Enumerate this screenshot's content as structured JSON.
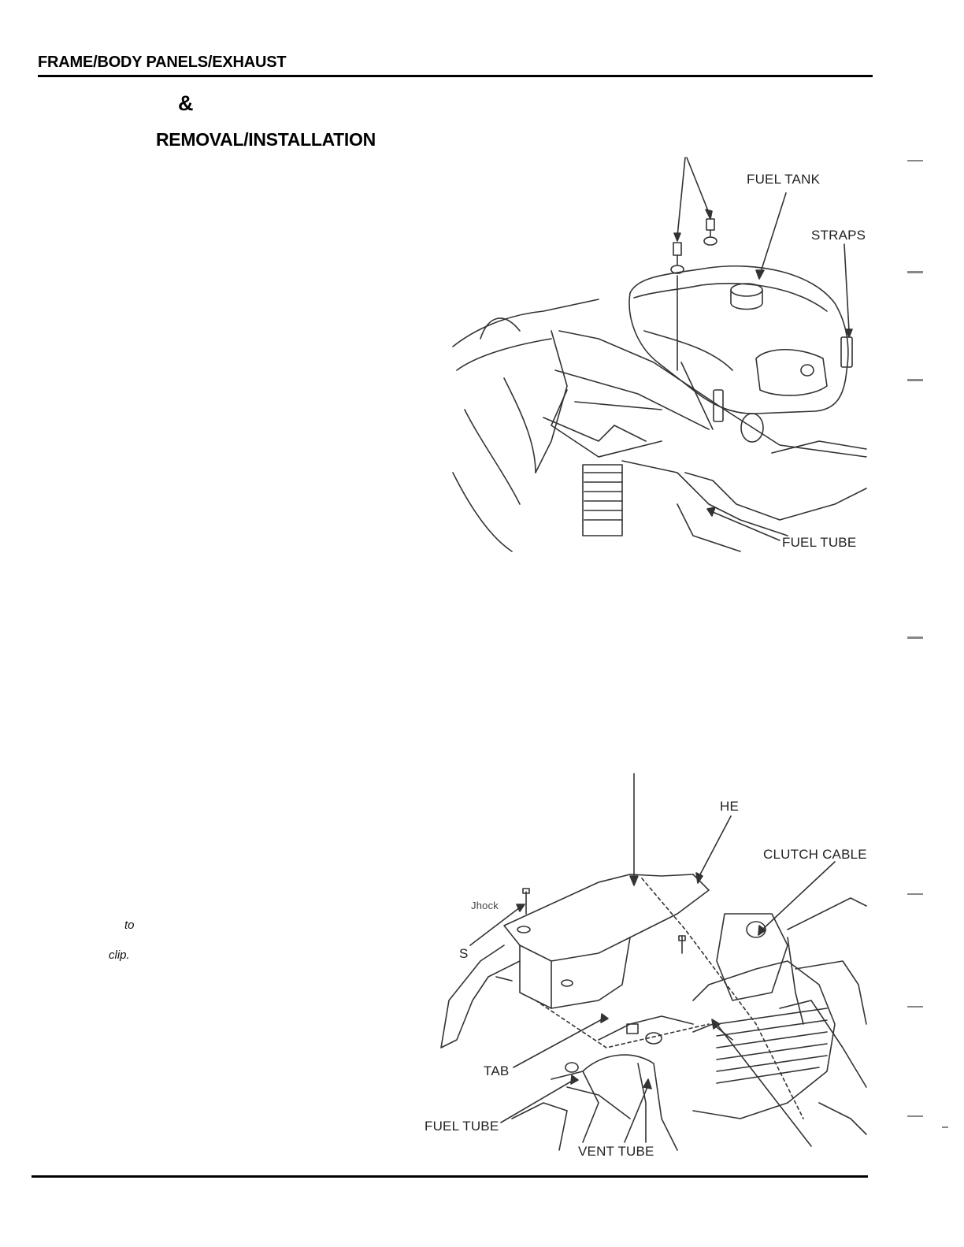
{
  "header": {
    "section_title": "FRAME/BODY PANELS/EXHAUST",
    "ampersand": "&",
    "heading": "REMOVAL/INSTALLATION"
  },
  "left_text": {
    "fragment_to": "to",
    "fragment_clip": "clip."
  },
  "figure_top": {
    "labels": {
      "fuel_tank": "FUEL TANK",
      "straps": "STRAPS",
      "fuel_tube": "FUEL TUBE"
    }
  },
  "figure_bottom": {
    "labels": {
      "he": "HE",
      "clutch_cable": "CLUTCH CABLE",
      "shock_partial": "Jhock",
      "s_partial": "S",
      "tab": "TAB",
      "fuel_tube": "FUEL TUBE",
      "vent_tube": "VENT TUBE"
    }
  }
}
